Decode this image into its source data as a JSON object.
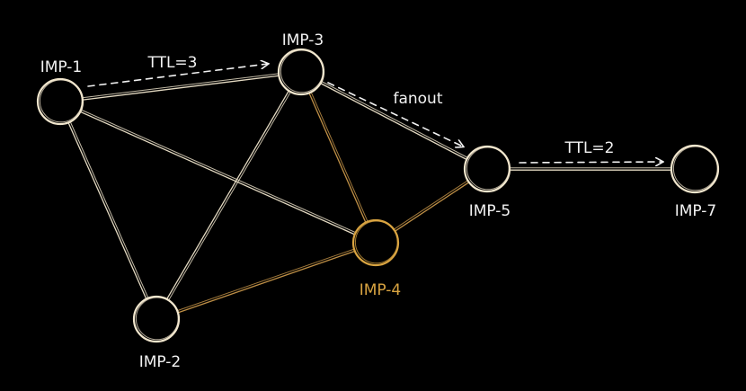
{
  "colors": {
    "background": "#000000",
    "edge": "#f1e6cd",
    "node": "#f1e6cd",
    "highlight_edge": "#c9974a",
    "highlight_node": "#d9a441",
    "label": "#f2f2f2",
    "highlight_label": "#d9a441"
  },
  "nodes": [
    {
      "id": "imp1",
      "label": "IMP-1",
      "highlight": false
    },
    {
      "id": "imp2",
      "label": "IMP-2",
      "highlight": false
    },
    {
      "id": "imp3",
      "label": "IMP-3",
      "highlight": false
    },
    {
      "id": "imp4",
      "label": "IMP-4",
      "highlight": true
    },
    {
      "id": "imp5",
      "label": "IMP-5",
      "highlight": false
    },
    {
      "id": "imp7",
      "label": "IMP-7",
      "highlight": false
    }
  ],
  "edges": [
    {
      "from": "imp1",
      "to": "imp3",
      "highlight": false
    },
    {
      "from": "imp1",
      "to": "imp2",
      "highlight": false
    },
    {
      "from": "imp1",
      "to": "imp4",
      "highlight": false
    },
    {
      "from": "imp3",
      "to": "imp2",
      "highlight": false
    },
    {
      "from": "imp3",
      "to": "imp4",
      "highlight": true
    },
    {
      "from": "imp3",
      "to": "imp5",
      "highlight": false
    },
    {
      "from": "imp2",
      "to": "imp4",
      "highlight": true
    },
    {
      "from": "imp4",
      "to": "imp5",
      "highlight": true
    },
    {
      "from": "imp5",
      "to": "imp7",
      "highlight": false
    }
  ],
  "annotations": [
    {
      "id": "ttl3",
      "text": "TTL=3"
    },
    {
      "id": "fanout",
      "text": "fanout"
    },
    {
      "id": "ttl2",
      "text": "TTL=2"
    }
  ]
}
